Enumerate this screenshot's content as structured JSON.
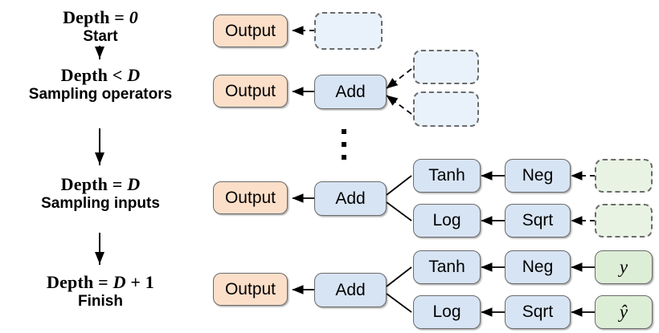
{
  "flow": {
    "steps": [
      {
        "title_pre": "Depth = ",
        "title_var": "0",
        "title_post": "",
        "sub": "Start"
      },
      {
        "title_pre": "Depth < ",
        "title_var": "D",
        "title_post": "",
        "sub": "Sampling operators"
      },
      {
        "title_pre": "Depth = ",
        "title_var": "D",
        "title_post": "",
        "sub": "Sampling inputs"
      },
      {
        "title_pre": "Depth = ",
        "title_var": "D",
        "title_post": " + 1",
        "sub": "Finish"
      }
    ]
  },
  "graph": {
    "rows": [
      {
        "label": "depth-0-row",
        "nodes": [
          {
            "name": "output-node",
            "text": "Output",
            "kind": "out"
          },
          {
            "name": "placeholder-node",
            "text": "",
            "kind": "placeholder-blue"
          }
        ]
      },
      {
        "label": "depth-1-row",
        "nodes": [
          {
            "name": "output-node",
            "text": "Output",
            "kind": "out"
          },
          {
            "name": "add-node",
            "text": "Add",
            "kind": "op"
          },
          {
            "name": "placeholder-node-top",
            "text": "",
            "kind": "placeholder-blue"
          },
          {
            "name": "placeholder-node-bottom",
            "text": "",
            "kind": "placeholder-blue"
          }
        ]
      },
      {
        "label": "depth-d-row",
        "nodes": [
          {
            "name": "output-node",
            "text": "Output",
            "kind": "out"
          },
          {
            "name": "add-node",
            "text": "Add",
            "kind": "op"
          },
          {
            "name": "tanh-node",
            "text": "Tanh",
            "kind": "op"
          },
          {
            "name": "log-node",
            "text": "Log",
            "kind": "op"
          },
          {
            "name": "neg-node",
            "text": "Neg",
            "kind": "op"
          },
          {
            "name": "sqrt-node",
            "text": "Sqrt",
            "kind": "op"
          },
          {
            "name": "input-placeholder-top",
            "text": "",
            "kind": "placeholder-green"
          },
          {
            "name": "input-placeholder-bottom",
            "text": "",
            "kind": "placeholder-green"
          }
        ]
      },
      {
        "label": "depth-d-plus-1-row",
        "nodes": [
          {
            "name": "output-node",
            "text": "Output",
            "kind": "out"
          },
          {
            "name": "add-node",
            "text": "Add",
            "kind": "op"
          },
          {
            "name": "tanh-node",
            "text": "Tanh",
            "kind": "op"
          },
          {
            "name": "log-node",
            "text": "Log",
            "kind": "op"
          },
          {
            "name": "neg-node",
            "text": "Neg",
            "kind": "op"
          },
          {
            "name": "sqrt-node",
            "text": "Sqrt",
            "kind": "op"
          },
          {
            "name": "input-y-node",
            "text": "y",
            "kind": "inp"
          },
          {
            "name": "input-yhat-node",
            "text": "ŷ",
            "kind": "inp"
          }
        ]
      }
    ],
    "ellipsis": "⋮"
  },
  "colors": {
    "output_fill": "#fbdfc9",
    "operator_fill": "#d7e4f4",
    "input_fill": "#ddeed7",
    "placeholder_blue_fill": "#e9f1fa",
    "placeholder_green_fill": "#e9f3e4",
    "stroke": "#6b6b6b",
    "edge": "#000000"
  }
}
